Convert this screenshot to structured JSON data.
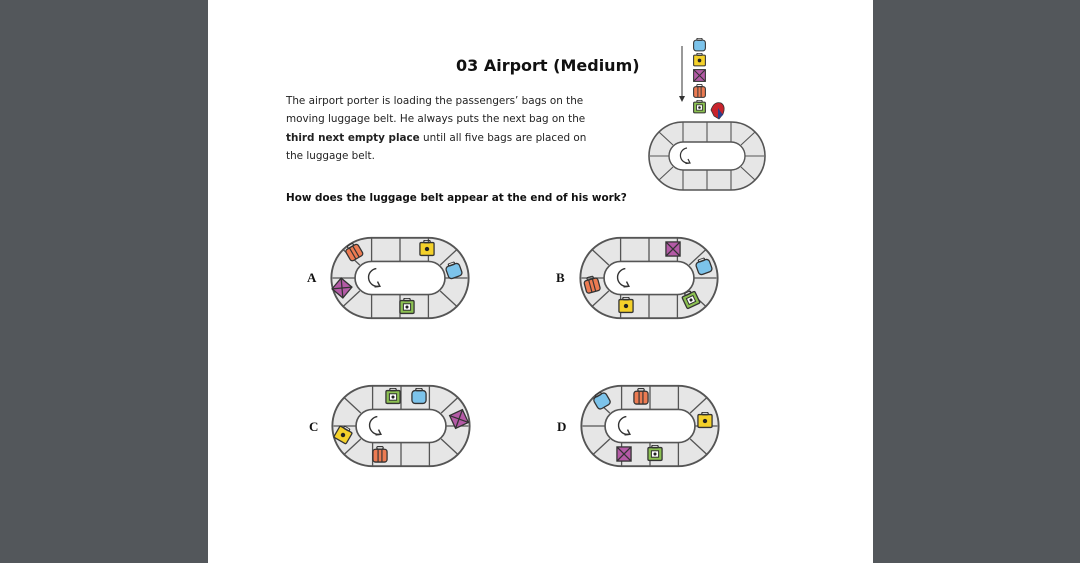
{
  "document": {
    "title": "03 Airport (Medium)",
    "paragraph": {
      "line1": "The airport porter is loading the passengers’ bags on the",
      "line2": "moving luggage belt. He always puts the next bag on the",
      "line3_bold": "third next empty place",
      "line3_rest": " until all five bags are placed on",
      "line4": "the luggage belt."
    },
    "question": "How does the luggage belt appear at the end of his work?",
    "options": [
      {
        "label": "A"
      },
      {
        "label": "B"
      },
      {
        "label": "C"
      },
      {
        "label": "D"
      }
    ]
  },
  "colors": {
    "background": "#53575b",
    "page": "#ffffff",
    "belt_fill": "#e6e6e6",
    "belt_stroke": "#555555",
    "blue_bag": "#7cc3ea",
    "yellow_bag": "#f4d12a",
    "purple_bag": "#b45aa6",
    "orange_bag": "#ec7b52",
    "green_bag": "#8cc152",
    "porter_red": "#c8232c",
    "porter_navy": "#2c3e8c"
  }
}
